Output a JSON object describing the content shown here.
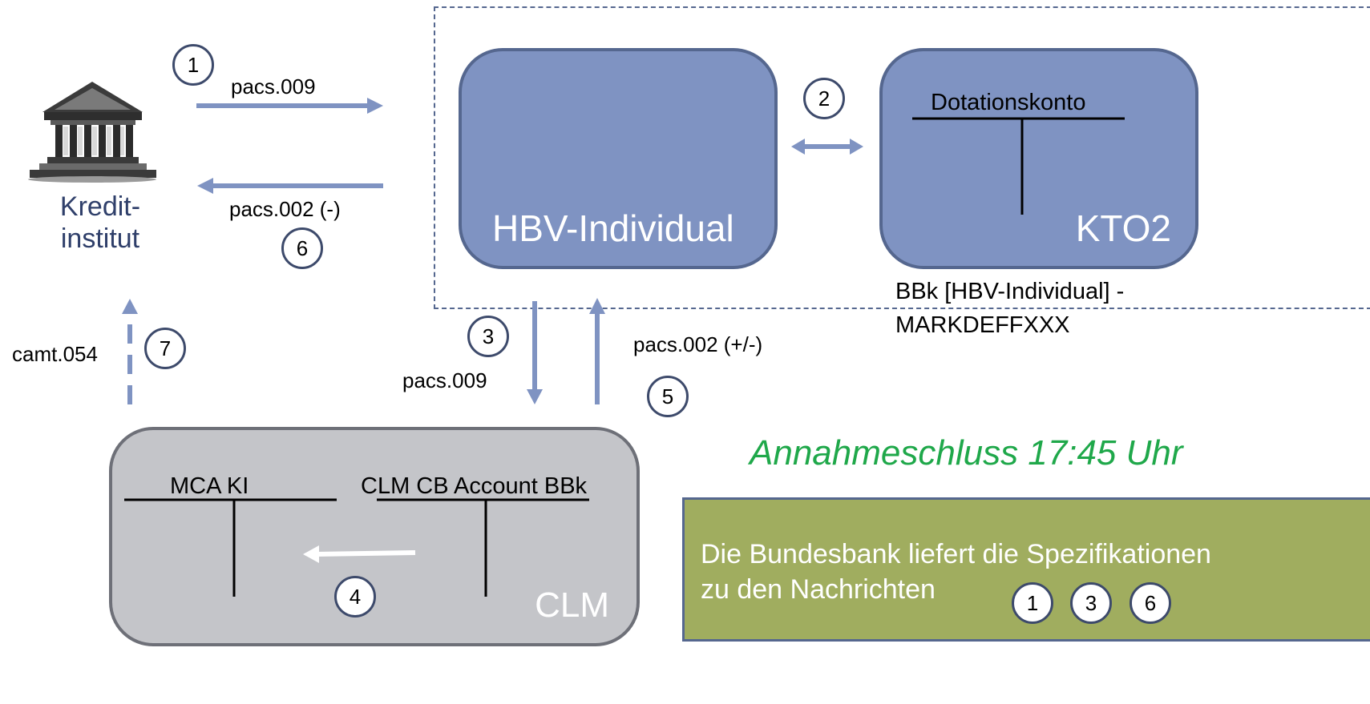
{
  "bank": {
    "label_line1": "Kredit-",
    "label_line2": "institut"
  },
  "steps": {
    "s1": "1",
    "s2": "2",
    "s3": "3",
    "s4": "4",
    "s5": "5",
    "s6": "6",
    "s7": "7"
  },
  "messages": {
    "pacs009_top": "pacs.009",
    "pacs002_neg": "pacs.002 (-)",
    "pacs009_down": "pacs.009",
    "pacs002_posneg": "pacs.002 (+/-)",
    "camt054": "camt.054"
  },
  "hbv": {
    "title": "HBV-Individual"
  },
  "kto2": {
    "title": "KTO2",
    "account": "Dotationskonto"
  },
  "bbk_note": {
    "line1": "BBk [HBV-Individual] -",
    "line2": "MARKDEFFXXX"
  },
  "clm": {
    "title": "CLM",
    "account_left": "MCA KI",
    "account_right": "CLM CB Account BBk"
  },
  "cutoff": {
    "text": "Annahmeschluss 17:45 Uhr",
    "color": "#1fa84a"
  },
  "info": {
    "line1": "Die Bundesbank liefert die Spezifikationen",
    "line2": "zu den Nachrichten",
    "badges": [
      "1",
      "3",
      "6"
    ]
  },
  "colors": {
    "arrow": "#7f93c2",
    "box_fill": "#7f93c2",
    "clm_fill": "#c4c5c9",
    "info_fill": "#a0ad5f"
  }
}
